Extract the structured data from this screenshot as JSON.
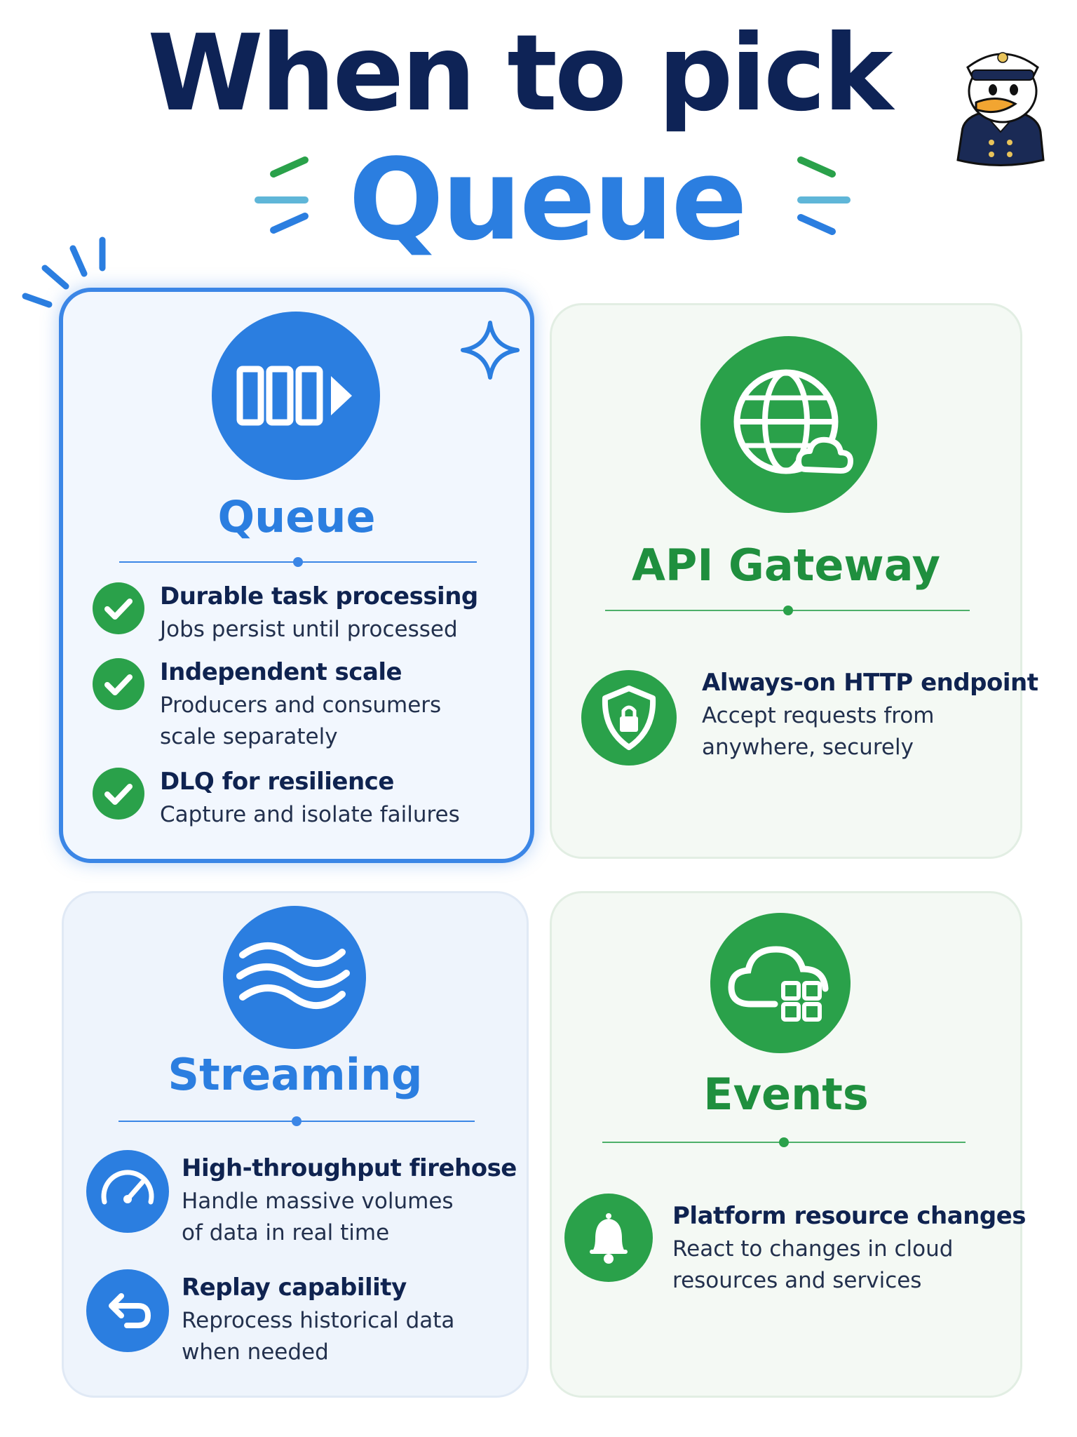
{
  "header": {
    "title_line1": "When to pick",
    "title_line2": "Queue",
    "mascot": "sailor-duck-mascot"
  },
  "colors": {
    "navy": "#0e2356",
    "blue": "#2b7ee0",
    "green": "#2aa14a",
    "blue_card_bg": "#f2f7fe",
    "green_card_bg": "#f4f9f4"
  },
  "cards": {
    "queue": {
      "icon": "queue-icon",
      "title": "Queue",
      "highlighted": true,
      "items": [
        {
          "title": "Durable task processing",
          "desc": "Jobs persist until processed",
          "icon": "check-icon"
        },
        {
          "title": "Independent scale",
          "desc": "Producers and consumers scale separately",
          "icon": "check-icon"
        },
        {
          "title": "DLQ for resilience",
          "desc": "Capture and isolate failures",
          "icon": "check-icon"
        }
      ]
    },
    "api_gateway": {
      "icon": "globe-cloud-icon",
      "title": "API Gateway",
      "items": [
        {
          "title": "Always-on HTTP endpoint",
          "desc": "Accept requests from anywhere, securely",
          "icon": "shield-lock-icon"
        }
      ]
    },
    "streaming": {
      "icon": "waves-icon",
      "title": "Streaming",
      "items": [
        {
          "title": "High-throughput firehose",
          "desc": "Handle massive volumes of data in real time",
          "icon": "speedometer-icon"
        },
        {
          "title": "Replay capability",
          "desc": "Reprocess historical data when needed",
          "icon": "replay-icon"
        }
      ]
    },
    "events": {
      "icon": "cloud-grid-icon",
      "title": "Events",
      "items": [
        {
          "title": "Platform resource changes",
          "desc": "React to changes in cloud resources and services",
          "icon": "bell-icon"
        }
      ]
    }
  }
}
